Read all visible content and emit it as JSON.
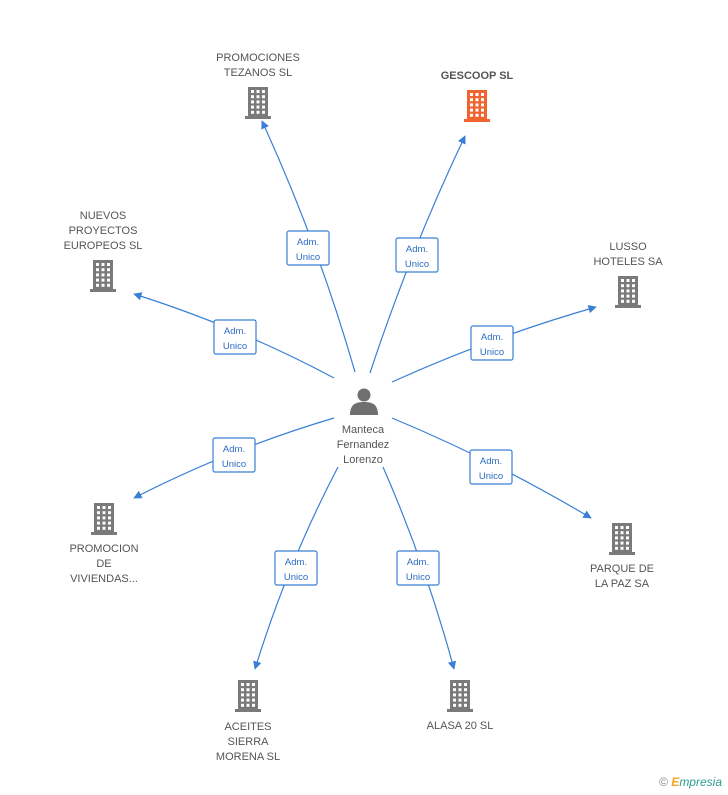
{
  "center": {
    "name_lines": [
      "Manteca",
      "Fernandez",
      "Lorenzo"
    ],
    "icon": "person-icon"
  },
  "companies": [
    {
      "id": "promociones-tezanos",
      "lines": [
        "PROMOCIONES",
        "TEZANOS SL"
      ],
      "role": [
        "Adm.",
        "Unico"
      ],
      "highlight": false
    },
    {
      "id": "gescoop",
      "lines": [
        "GESCOOP SL"
      ],
      "role": [
        "Adm.",
        "Unico"
      ],
      "highlight": true
    },
    {
      "id": "nuevos-proyectos",
      "lines": [
        "NUEVOS",
        "PROYECTOS",
        "EUROPEOS SL"
      ],
      "role": [
        "Adm.",
        "Unico"
      ],
      "highlight": false
    },
    {
      "id": "lusso-hoteles",
      "lines": [
        "LUSSO",
        "HOTELES SA"
      ],
      "role": [
        "Adm.",
        "Unico"
      ],
      "highlight": false
    },
    {
      "id": "promocion-viviendas",
      "lines": [
        "PROMOCION",
        "DE",
        "VIVIENDAS..."
      ],
      "role": [
        "Adm.",
        "Unico"
      ],
      "highlight": false
    },
    {
      "id": "parque-de-la-paz",
      "lines": [
        "PARQUE DE",
        "LA PAZ SA"
      ],
      "role": [
        "Adm.",
        "Unico"
      ],
      "highlight": false
    },
    {
      "id": "aceites-sierra-morena",
      "lines": [
        "ACEITES",
        "SIERRA",
        "MORENA SL"
      ],
      "role": [
        "Adm.",
        "Unico"
      ],
      "highlight": false
    },
    {
      "id": "alasa-20",
      "lines": [
        "ALASA 20 SL"
      ],
      "role": [
        "Adm.",
        "Unico"
      ],
      "highlight": false
    }
  ],
  "colors": {
    "building": "#7a7a7a",
    "building_highlight": "#f0652f",
    "edge": "#3a7fd5",
    "person": "#6f6f6f"
  },
  "brand": {
    "copyright": "©",
    "initial": "E",
    "rest": "mpresia"
  }
}
